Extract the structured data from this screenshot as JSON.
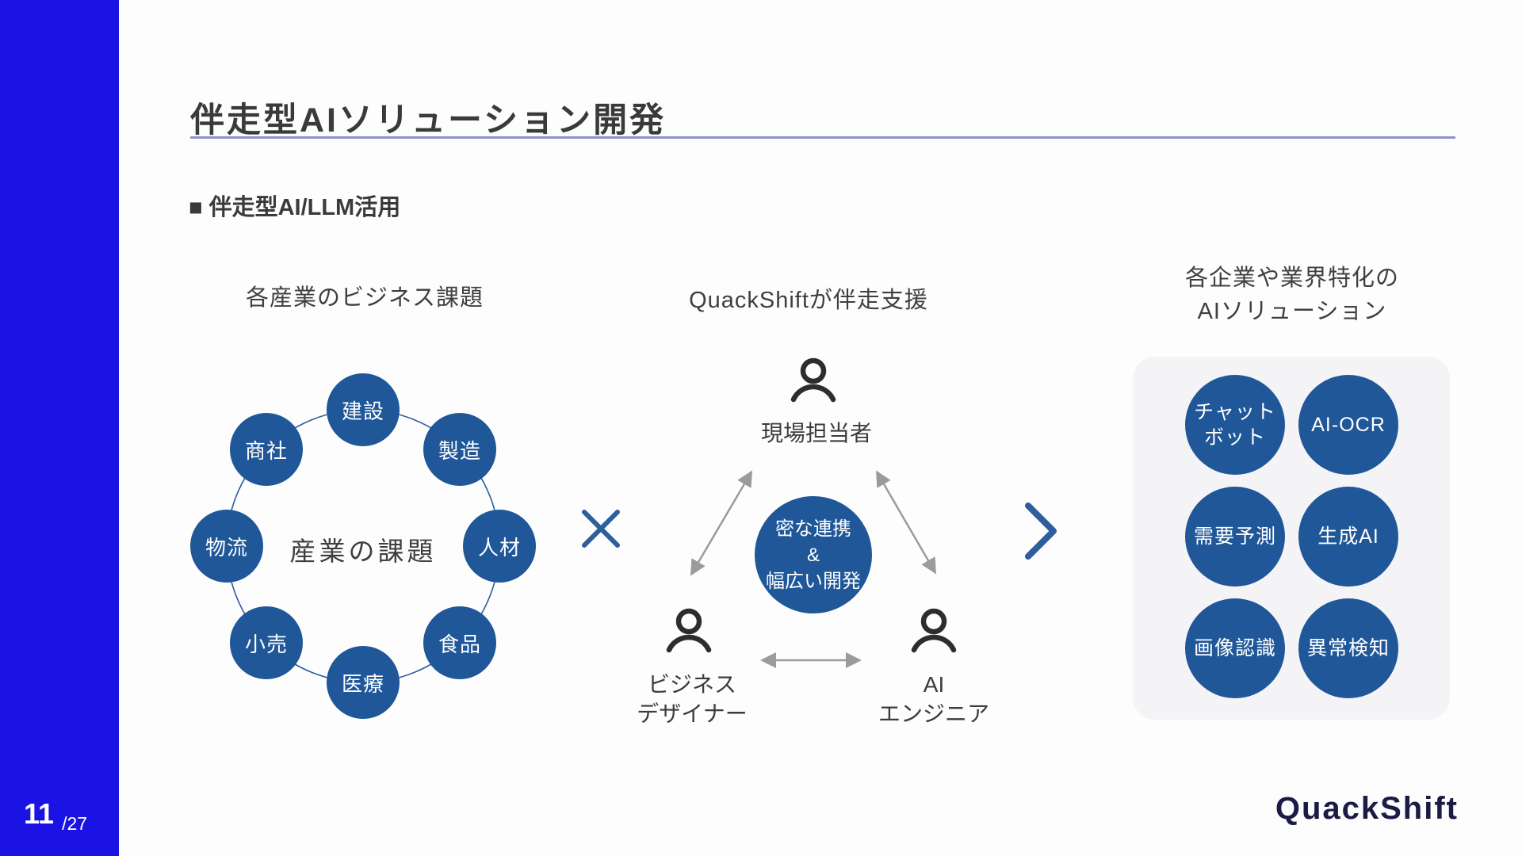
{
  "page": {
    "number": "11",
    "total": "/27"
  },
  "header": {
    "title": "伴走型AIソリューション開発",
    "section_label": "■ 伴走型AI/LLM活用"
  },
  "left": {
    "heading": "各産業のビジネス課題",
    "center_label": "産業の課題",
    "industries": [
      "建設",
      "製造",
      "人材",
      "食品",
      "医療",
      "小売",
      "物流",
      "商社"
    ]
  },
  "middle": {
    "heading": "QuackShiftが伴走支援",
    "top_role": "現場担当者",
    "bottom_left_role": {
      "line1": "ビジネス",
      "line2": "デザイナー"
    },
    "bottom_right_role": {
      "line1": "AI",
      "line2": "エンジニア"
    },
    "center": {
      "line1": "密な連携",
      "line2": "&",
      "line3": "幅広い開発"
    }
  },
  "right": {
    "heading": {
      "line1": "各企業や業界特化の",
      "line2": "AIソリューション"
    },
    "solutions": [
      {
        "line1": "チャット",
        "line2": "ボット"
      },
      {
        "line1": "AI-OCR",
        "line2": ""
      },
      {
        "line1": "需要予測",
        "line2": ""
      },
      {
        "line1": "生成AI",
        "line2": ""
      },
      {
        "line1": "画像認識",
        "line2": ""
      },
      {
        "line1": "異常検知",
        "line2": ""
      }
    ]
  },
  "footer": {
    "logo": "QuackShift"
  },
  "colors": {
    "sidebar_blue": "#1B12E4",
    "circle_blue": "#1F5799",
    "connector_blue": "#2E5E9E",
    "divider_purple": "#8F8FD0",
    "panel_gray": "#F4F4F6",
    "arrow_gray": "#9B9B9B"
  }
}
